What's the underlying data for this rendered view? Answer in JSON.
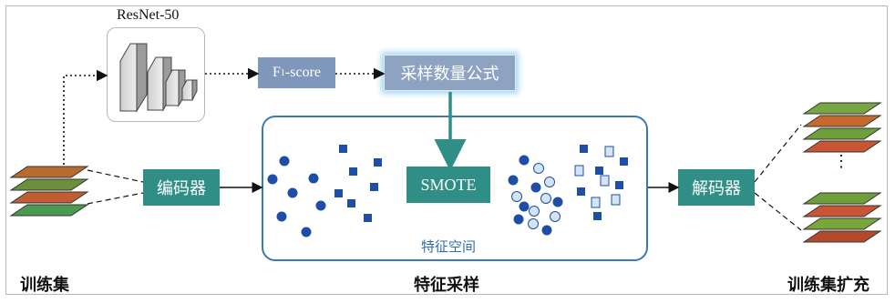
{
  "labels": {
    "resnet": "ResNet-50",
    "f1_main": "F",
    "f1_sub": "1",
    "f1_rest": "-score",
    "sample_formula": "采样数量公式",
    "encoder": "编码器",
    "smote": "SMOTE",
    "decoder": "解码器",
    "feature_space": "特征空间",
    "train_set": "训练集",
    "feature_sampling": "特征采样",
    "train_aug": "训练集扩充",
    "ellipsis": "⋮"
  },
  "colors": {
    "teal": "#2f8f86",
    "blue_box": "#8ea2c2",
    "navy_dot": "#1d4fa8"
  }
}
